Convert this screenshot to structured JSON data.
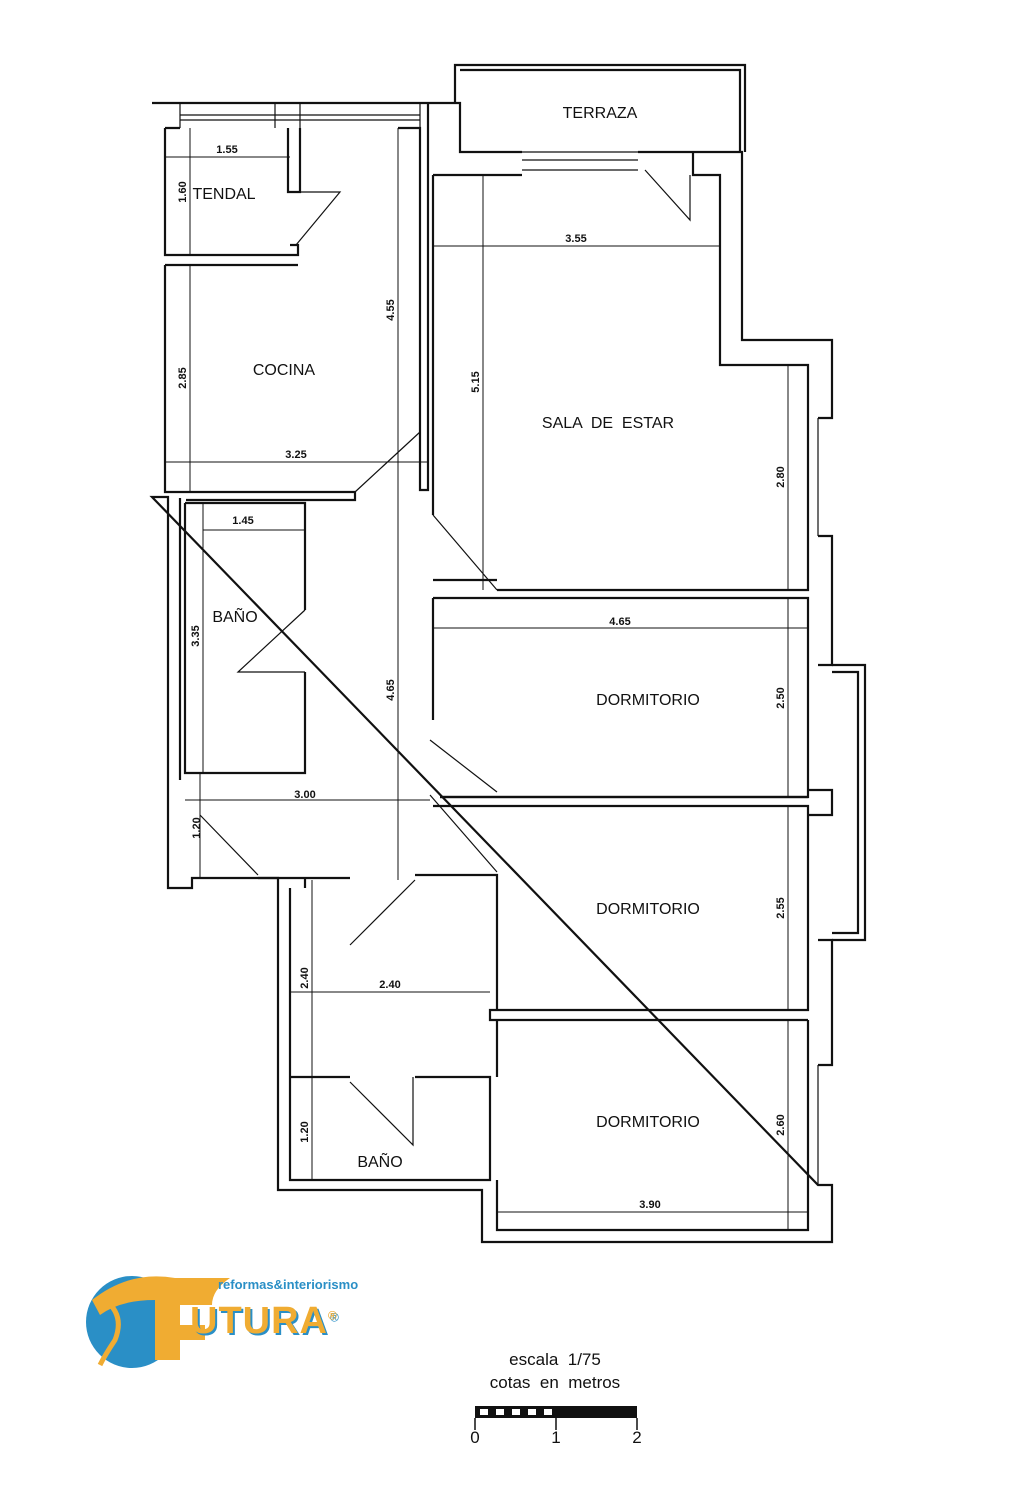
{
  "rooms": {
    "terraza": "TERRAZA",
    "tendal": "TENDAL",
    "cocina": "COCINA",
    "sala": "SALA  DE  ESTAR",
    "bano1": "BAÑO",
    "dorm1": "DORMITORIO",
    "dorm2": "DORMITORIO",
    "bano2": "BAÑO",
    "dorm3": "DORMITORIO"
  },
  "dimensions": {
    "tendal_w": "1.55",
    "tendal_h": "1.60",
    "cocina_h": "2.85",
    "cocina_w": "3.25",
    "cocina_total": "4.55",
    "sala_w": "3.55",
    "sala_h": "5.15",
    "sala_h2": "2.80",
    "bano1_w": "1.45",
    "bano1_h": "3.35",
    "hall_h": "4.65",
    "dorm1_w": "4.65",
    "dorm1_h": "2.50",
    "hall_w": "3.00",
    "hall_small": "1.20",
    "dorm2_h": "2.55",
    "hall2_h": "2.40",
    "hall2_w": "2.40",
    "bano2_h": "1.20",
    "dorm3_h": "2.60",
    "dorm3_w": "3.90"
  },
  "logo": {
    "tagline": "reformas&interiorismo",
    "brand": "UTURA",
    "brand_full": "FUTURA",
    "registered": "®"
  },
  "scale": {
    "line1": "escala  1/75",
    "line2": "cotas  en  metros",
    "ticks": [
      "0",
      "1",
      "2"
    ]
  },
  "colors": {
    "logo_orange": "#f0ac32",
    "logo_blue": "#2a8fc6"
  }
}
